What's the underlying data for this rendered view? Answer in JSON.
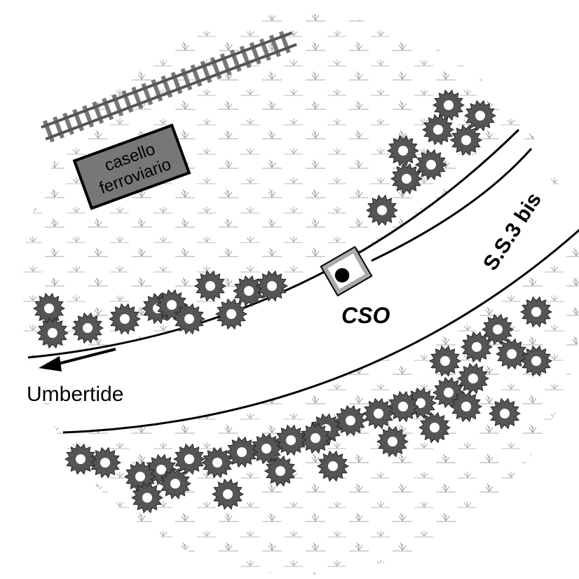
{
  "labels": {
    "station_house": [
      "casello",
      "ferroviario"
    ],
    "road": "S.S.3 bis",
    "cso": "CSO",
    "direction": "Umbertide"
  },
  "colors": {
    "tree": "#555555",
    "station_fill": "#777777",
    "rail": "#888888",
    "grass": "#999999"
  }
}
